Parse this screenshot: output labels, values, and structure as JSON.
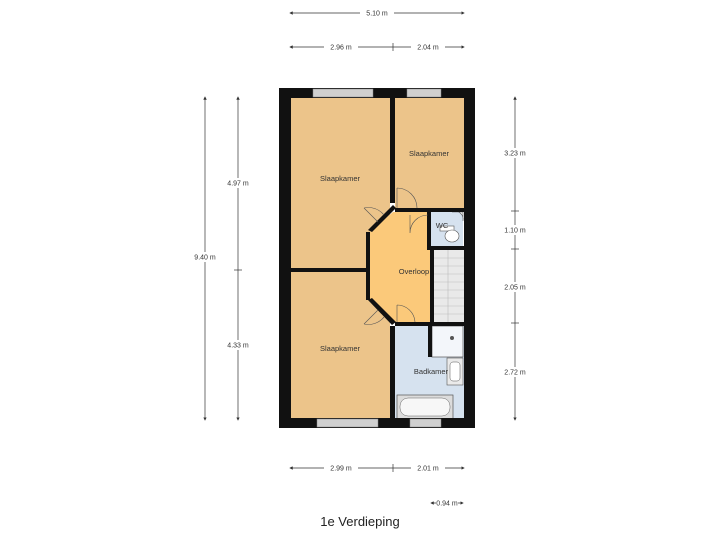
{
  "floor_title": "1e Verdieping",
  "colors": {
    "bedroom": "#ecc48a",
    "landing": "#fbc97a",
    "wet_room": "#d6e2ef",
    "wall": "#111111",
    "window": "#c8c8c8",
    "stairs": "#e6e6e6"
  },
  "rooms": {
    "bedroom_top_left": "Slaapkamer",
    "bedroom_top_right": "Slaapkamer",
    "bedroom_bottom_left": "Slaapkamer",
    "landing": "Overloop",
    "wc": "WC",
    "bathroom": "Badkamer"
  },
  "dimensions": {
    "top_total": "5.10 m",
    "top_left": "2.96 m",
    "top_right": "2.04 m",
    "left_total": "9.40 m",
    "left_upper": "4.97 m",
    "left_lower": "4.33 m",
    "right_1": "3.23 m",
    "right_2": "1.10 m",
    "right_3": "2.05 m",
    "right_4": "2.72 m",
    "bottom_left": "2.99 m",
    "bottom_right": "2.01 m",
    "bottom_small": "0.94 m"
  }
}
